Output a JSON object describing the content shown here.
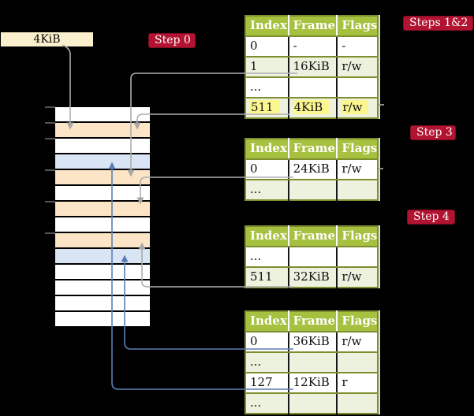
{
  "root_box": {
    "label": "4KiB"
  },
  "badges": {
    "step0": "Step 0",
    "steps12": "Steps 1&2",
    "step3": "Step 3",
    "step4": "Step 4"
  },
  "colors": {
    "background": "#000000",
    "badge_red": "#B11330",
    "badge_border": "#7E0E24",
    "table_header_green": "#A5C13F",
    "table_border_olive": "#7E8D2E",
    "row_shaded_green": "#EDF2DF",
    "highlight_yellow": "#FBF68F",
    "root_box_cream": "#FBF0CE",
    "memory_peach": "#FCE4C6",
    "memory_blue": "#D9E5F4",
    "arrow_gray": "#ADADAD",
    "arrow_blue": "#5B7DB3"
  },
  "memory_rows": [
    "white",
    "peach",
    "white",
    "blue",
    "peach",
    "white",
    "peach",
    "white",
    "peach",
    "blue",
    "white",
    "white",
    "white",
    "white"
  ],
  "page_tables": [
    {
      "name": "table-steps-1-2",
      "headers": [
        "Index",
        "Frame",
        "Flags"
      ],
      "rows": [
        {
          "cells": [
            "0",
            "-",
            "-"
          ],
          "shaded": false,
          "highlight": false
        },
        {
          "cells": [
            "1",
            "16KiB",
            "r/w"
          ],
          "shaded": true,
          "highlight": false
        },
        {
          "cells": [
            "...",
            "",
            ""
          ],
          "shaded": false,
          "highlight": false
        },
        {
          "cells": [
            "511",
            "4KiB",
            "r/w"
          ],
          "shaded": true,
          "highlight": true
        }
      ]
    },
    {
      "name": "table-step-3",
      "headers": [
        "Index",
        "Frame",
        "Flags"
      ],
      "rows": [
        {
          "cells": [
            "0",
            "24KiB",
            "r/w"
          ],
          "shaded": false,
          "highlight": false
        },
        {
          "cells": [
            "...",
            "",
            ""
          ],
          "shaded": true,
          "highlight": false
        }
      ]
    },
    {
      "name": "table-step-4",
      "headers": [
        "Index",
        "Frame",
        "Flags"
      ],
      "rows": [
        {
          "cells": [
            "...",
            "",
            ""
          ],
          "shaded": false,
          "highlight": false
        },
        {
          "cells": [
            "511",
            "32KiB",
            "r/w"
          ],
          "shaded": true,
          "highlight": false
        }
      ]
    },
    {
      "name": "table-final",
      "headers": [
        "Index",
        "Frame",
        "Flags"
      ],
      "rows": [
        {
          "cells": [
            "0",
            "36KiB",
            "r/w"
          ],
          "shaded": false,
          "highlight": false
        },
        {
          "cells": [
            "...",
            "",
            ""
          ],
          "shaded": true,
          "highlight": false
        },
        {
          "cells": [
            "127",
            "12KiB",
            "r"
          ],
          "shaded": false,
          "highlight": false
        },
        {
          "cells": [
            "...",
            "",
            ""
          ],
          "shaded": true,
          "highlight": false
        }
      ]
    }
  ],
  "connections": [
    {
      "from": "root-box",
      "to_memory_row": 2,
      "color": "gray"
    },
    {
      "from": "table1-row-1-16KiB",
      "to_memory_row": 5,
      "color": "gray"
    },
    {
      "from": "table1-row-511-4KiB",
      "to_memory_row": 2,
      "color": "gray"
    },
    {
      "from": "table2-row-0-24KiB",
      "to_memory_row": 7,
      "color": "gray"
    },
    {
      "from": "table3-row-511-32KiB",
      "to_memory_row": 9,
      "color": "gray"
    },
    {
      "from": "table4-row-0-36KiB",
      "to_memory_row": 10,
      "color": "blue"
    },
    {
      "from": "table4-row-127-12KiB",
      "to_memory_row": 4,
      "color": "blue"
    }
  ]
}
